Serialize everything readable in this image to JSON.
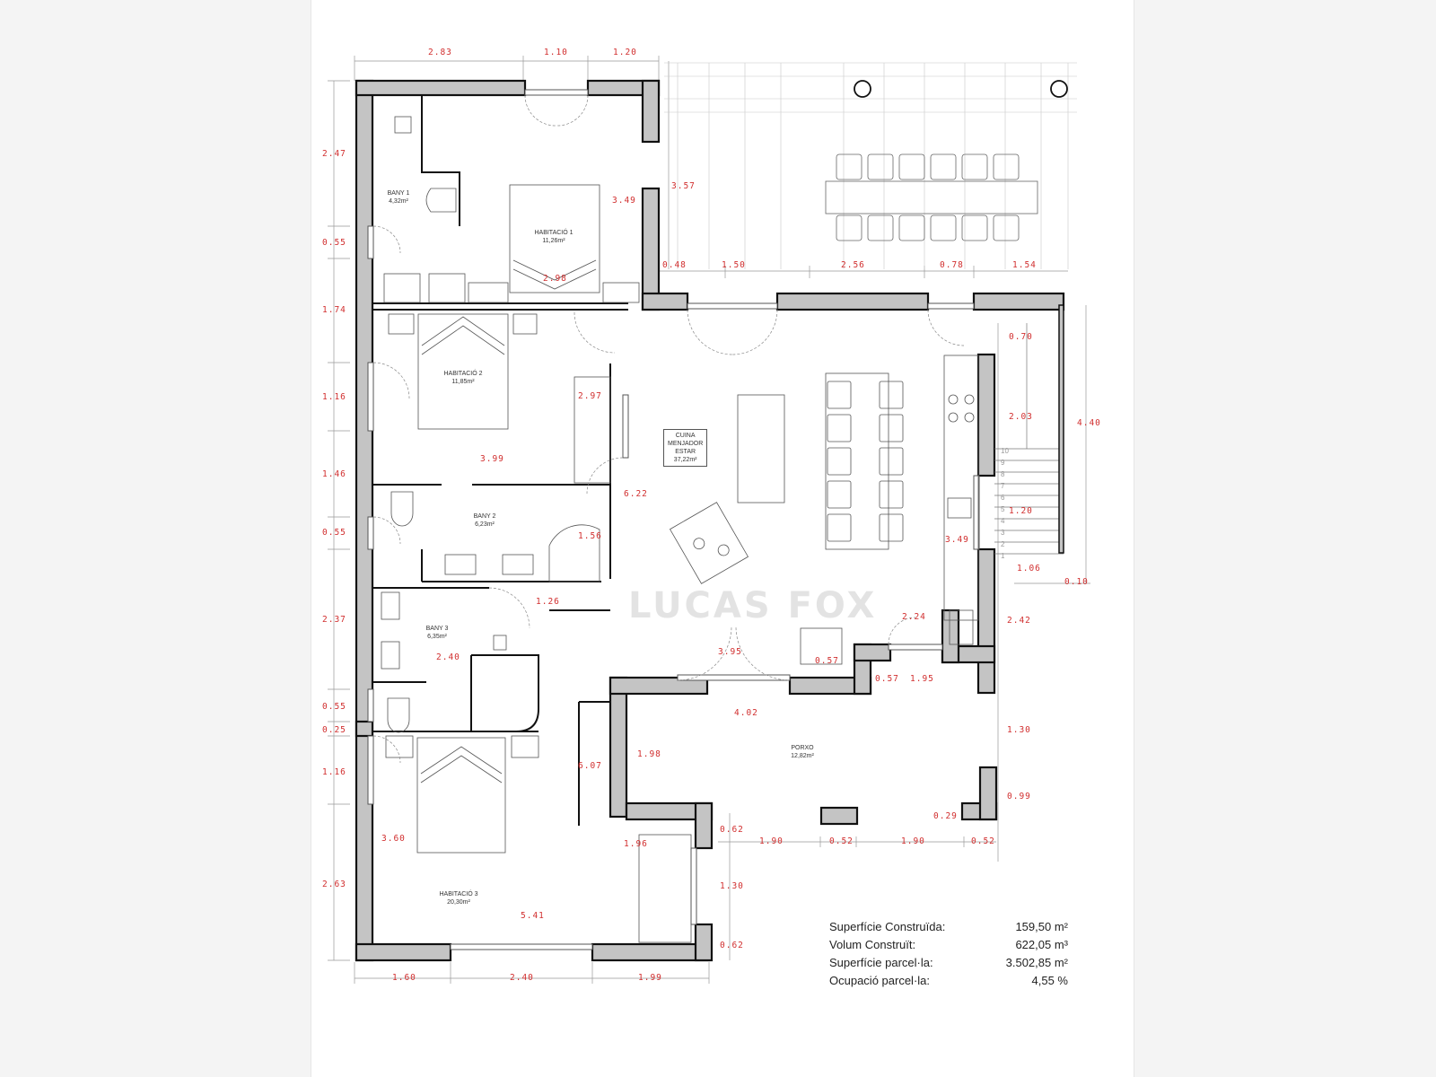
{
  "rooms": {
    "bany1": {
      "name": "BANY 1",
      "area": "4,32m²"
    },
    "habitacio1": {
      "name": "HABITACIÓ 1",
      "area": "11,26m²"
    },
    "habitacio2": {
      "name": "HABITACIÓ 2",
      "area": "11,85m²"
    },
    "cuina": {
      "l1": "CUINA",
      "l2": "MENJADOR",
      "l3": "ESTAR",
      "area": "37,22m²"
    },
    "bany2": {
      "name": "BANY 2",
      "area": "6,23m²"
    },
    "bany3": {
      "name": "BANY 3",
      "area": "6,35m²"
    },
    "porxo": {
      "name": "PORXO",
      "area": "12,82m²"
    },
    "habitacio3": {
      "name": "HABITACIÓ 3",
      "area": "20,30m²"
    }
  },
  "dims": {
    "top": [
      "2.83",
      "1.10",
      "1.20"
    ],
    "left": [
      "2.47",
      "0.55",
      "1.74",
      "1.16",
      "1.46",
      "0.55",
      "2.37",
      "0.55",
      "0.25",
      "1.16",
      "2.63"
    ],
    "bottom": [
      "1.60",
      "2.40",
      "1.99"
    ],
    "terrace": [
      "0.48",
      "1.50",
      "2.56",
      "0.78",
      "1.54"
    ],
    "porch_bottom": [
      "1.90",
      "0.52",
      "1.90",
      "0.52"
    ],
    "right": [
      "0.70",
      "2.03",
      "4.40",
      "1.20",
      "3.49",
      "1.06",
      "0.10",
      "2.42",
      "1.30",
      "0.99"
    ],
    "interior": {
      "d357": "3.57",
      "d349a": "3.49",
      "d298": "2.98",
      "d297": "2.97",
      "d399": "3.99",
      "d622": "6.22",
      "d156": "1.56",
      "d126": "1.26",
      "d240": "2.40",
      "d395": "3.95",
      "d224": "2.24",
      "d057a": "0.57",
      "d057b": "0.57",
      "d195": "1.95",
      "d402": "4.02",
      "d198": "1.98",
      "d607": "6.07",
      "d062a": "0.62",
      "d062b": "0.62",
      "d130": "1.30",
      "d196": "1.96",
      "d360": "3.60",
      "d541": "5.41",
      "d029": "0.29"
    }
  },
  "stairs": [
    "10",
    "9",
    "8",
    "7",
    "6",
    "5",
    "4",
    "3",
    "2",
    "1"
  ],
  "summary": [
    {
      "label": "Superfície Construïda:",
      "value": "159,50 m²"
    },
    {
      "label": "Volum Construït:",
      "value": "622,05 m³"
    },
    {
      "label": "Superfície parcel·la:",
      "value": "3.502,85 m²"
    },
    {
      "label": "Ocupació parcel·la:",
      "value": "4,55 %"
    }
  ],
  "watermark": "LUCAS FOX",
  "colors": {
    "wall": "#111111",
    "dimension": "#d12f2f",
    "fixture": "#555555"
  }
}
